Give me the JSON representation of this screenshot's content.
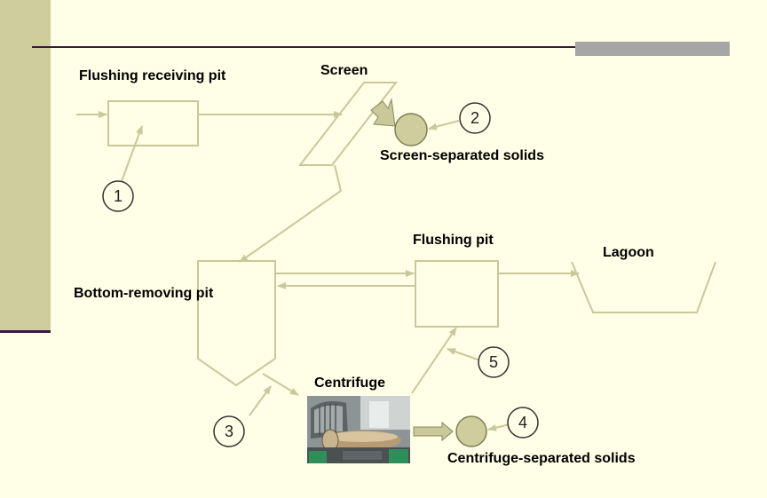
{
  "labels": {
    "flushing_receiving_pit": "Flushing receiving pit",
    "screen": "Screen",
    "screen_solids": "Screen-separated solids",
    "flushing_pit": "Flushing pit",
    "lagoon": "Lagoon",
    "bottom_removing_pit": "Bottom-removing pit",
    "centrifuge": "Centrifuge",
    "centrifuge_solids": "Centrifuge-separated solids"
  },
  "callouts": {
    "c1": "1",
    "c2": "2",
    "c3": "3",
    "c4": "4",
    "c5": "5"
  },
  "colors": {
    "background": "#fffee6",
    "sidebar": "#cfcd9e",
    "accent_dark": "#3a1a38",
    "gray_bar": "#a5a5a5",
    "diagram_line": "#c9c89b",
    "solids_fill": "#cfcd9e",
    "callout_stroke": "#333333"
  },
  "icons": {
    "centrifuge_photo": "decanter-centrifuge-photo-icon"
  }
}
